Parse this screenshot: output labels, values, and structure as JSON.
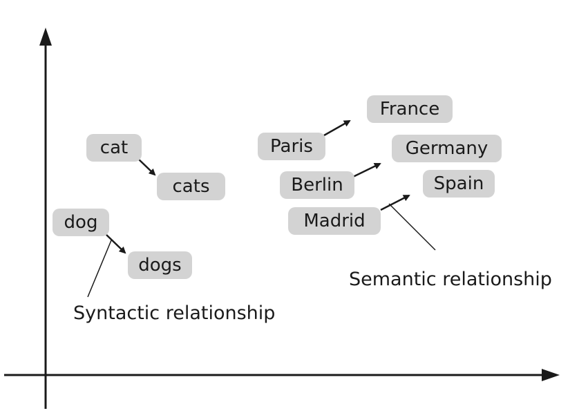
{
  "words": {
    "cat": "cat",
    "cats": "cats",
    "dog": "dog",
    "dogs": "dogs",
    "paris": "Paris",
    "france": "France",
    "berlin": "Berlin",
    "germany": "Germany",
    "madrid": "Madrid",
    "spain": "Spain"
  },
  "captions": {
    "syntactic": "Syntactic relationship",
    "semantic": "Semantic relationship"
  },
  "colors": {
    "bubble": "#d3d3d3",
    "ink": "#1a1a1a"
  }
}
